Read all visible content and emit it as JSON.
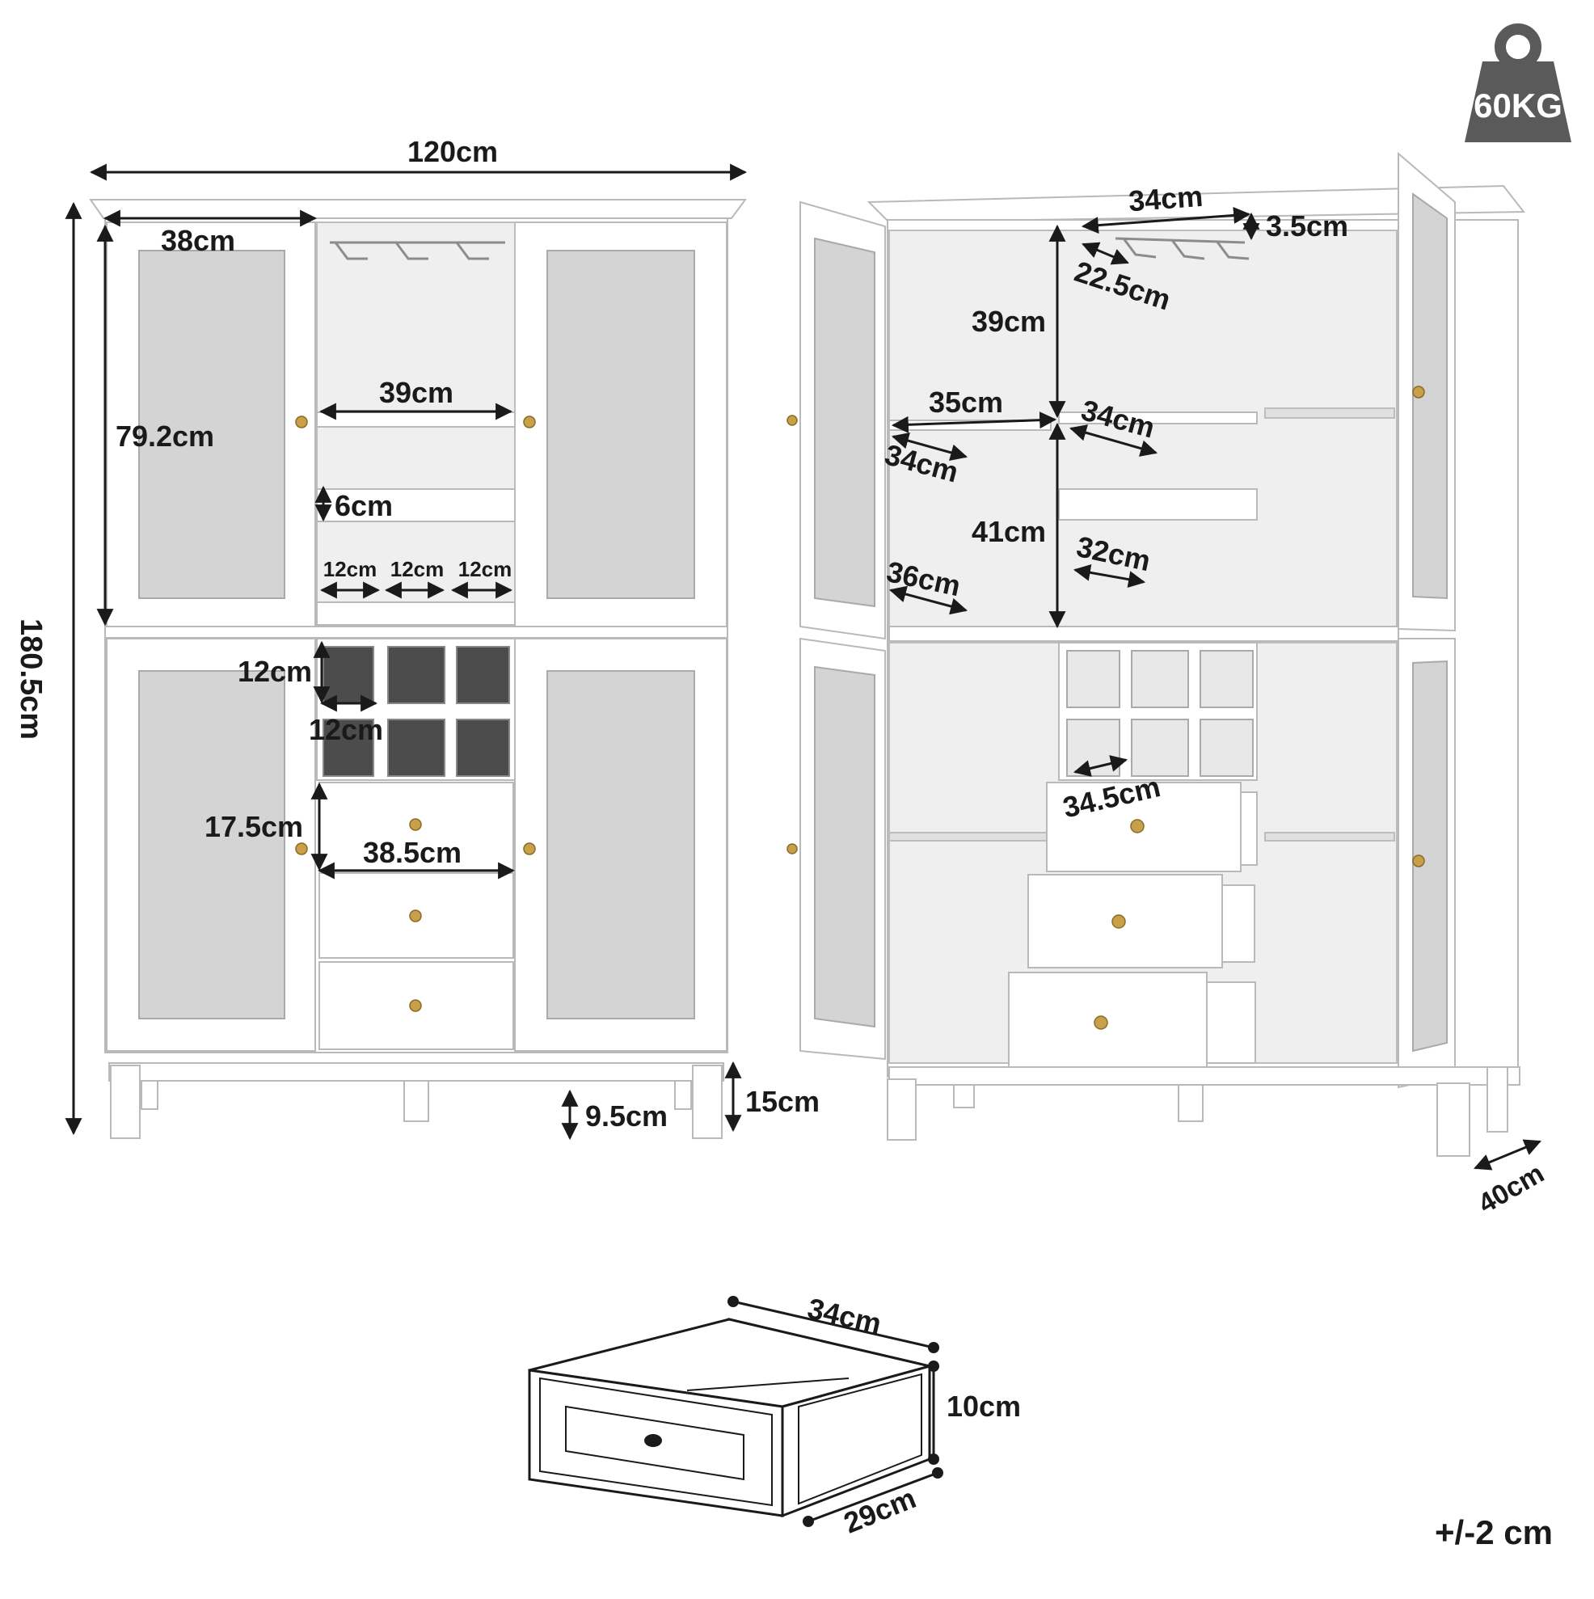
{
  "weight_badge": {
    "label": "60KG",
    "icon": "weight-icon",
    "color": "#5a5a5a"
  },
  "tolerance": "+/-2 cm",
  "front_view": {
    "total_width": "120cm",
    "total_height": "180.5cm",
    "door_width": "38cm",
    "upper_height": "79.2cm",
    "shelf_width": "39cm",
    "glass_rack_height": "6cm",
    "rack_slots": [
      "12cm",
      "12cm",
      "12cm"
    ],
    "cube_height": "12cm",
    "cube_width": "12cm",
    "drawer_height": "17.5cm",
    "drawer_width": "38.5cm",
    "base_height": "15cm",
    "foot_height": "9.5cm"
  },
  "side_view": {
    "top_width": "34cm",
    "rack_depth": "3.5cm",
    "rack_length": "22.5cm",
    "upper_compartment": "39cm",
    "left_width": "35cm",
    "right_shelf_depth": "34cm",
    "left_shelf_depth": "34cm",
    "lower_compartment": "41cm",
    "rack_shelf_depth": "32cm",
    "bottom_depth": "36cm",
    "cube_depth": "34.5cm",
    "depth": "40cm"
  },
  "drawer_view": {
    "length": "34cm",
    "height": "10cm",
    "depth": "29cm"
  }
}
